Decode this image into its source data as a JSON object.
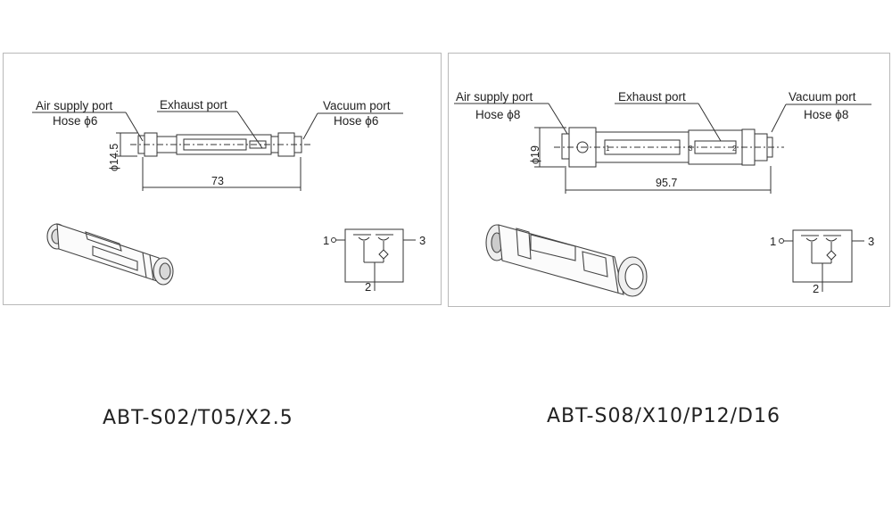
{
  "left": {
    "air_supply_label": "Air supply port",
    "air_hose_label": "Hose ϕ6",
    "exhaust_label": "Exhaust port",
    "vacuum_label": "Vacuum port",
    "vacuum_hose_label": "Hose ϕ6",
    "diameter_label": "ϕ14.5",
    "length_label": "73",
    "port_1": "1",
    "port_2": "2",
    "port_3": "3",
    "model": "ABT-S02/T05/X2.5"
  },
  "right": {
    "air_supply_label": "Air supply port",
    "air_hose_label": "Hose ϕ8",
    "exhaust_label": "Exhaust port",
    "vacuum_label": "Vacuum port",
    "vacuum_hose_label": "Hose ϕ8",
    "diameter_label": "ϕ19",
    "length_label": "95.7",
    "inner_1": "1",
    "inner_3": "3",
    "inner_2": "2",
    "port_1": "1",
    "port_2": "2",
    "port_3": "3",
    "model": "ABT-S08/X10/P12/D16"
  }
}
